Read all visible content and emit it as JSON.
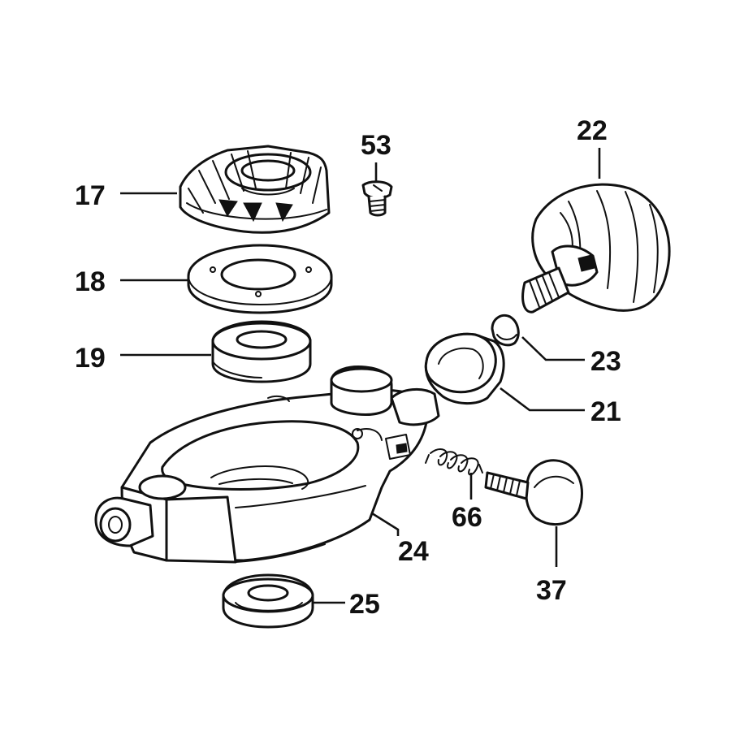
{
  "callouts": {
    "p17": "17",
    "p18": "18",
    "p19": "19",
    "p53": "53",
    "p22": "22",
    "p23": "23",
    "p21": "21",
    "p66": "66",
    "p37": "37",
    "p24": "24",
    "p25": "25"
  },
  "colors": {
    "line": "#111111",
    "background": "#ffffff"
  }
}
